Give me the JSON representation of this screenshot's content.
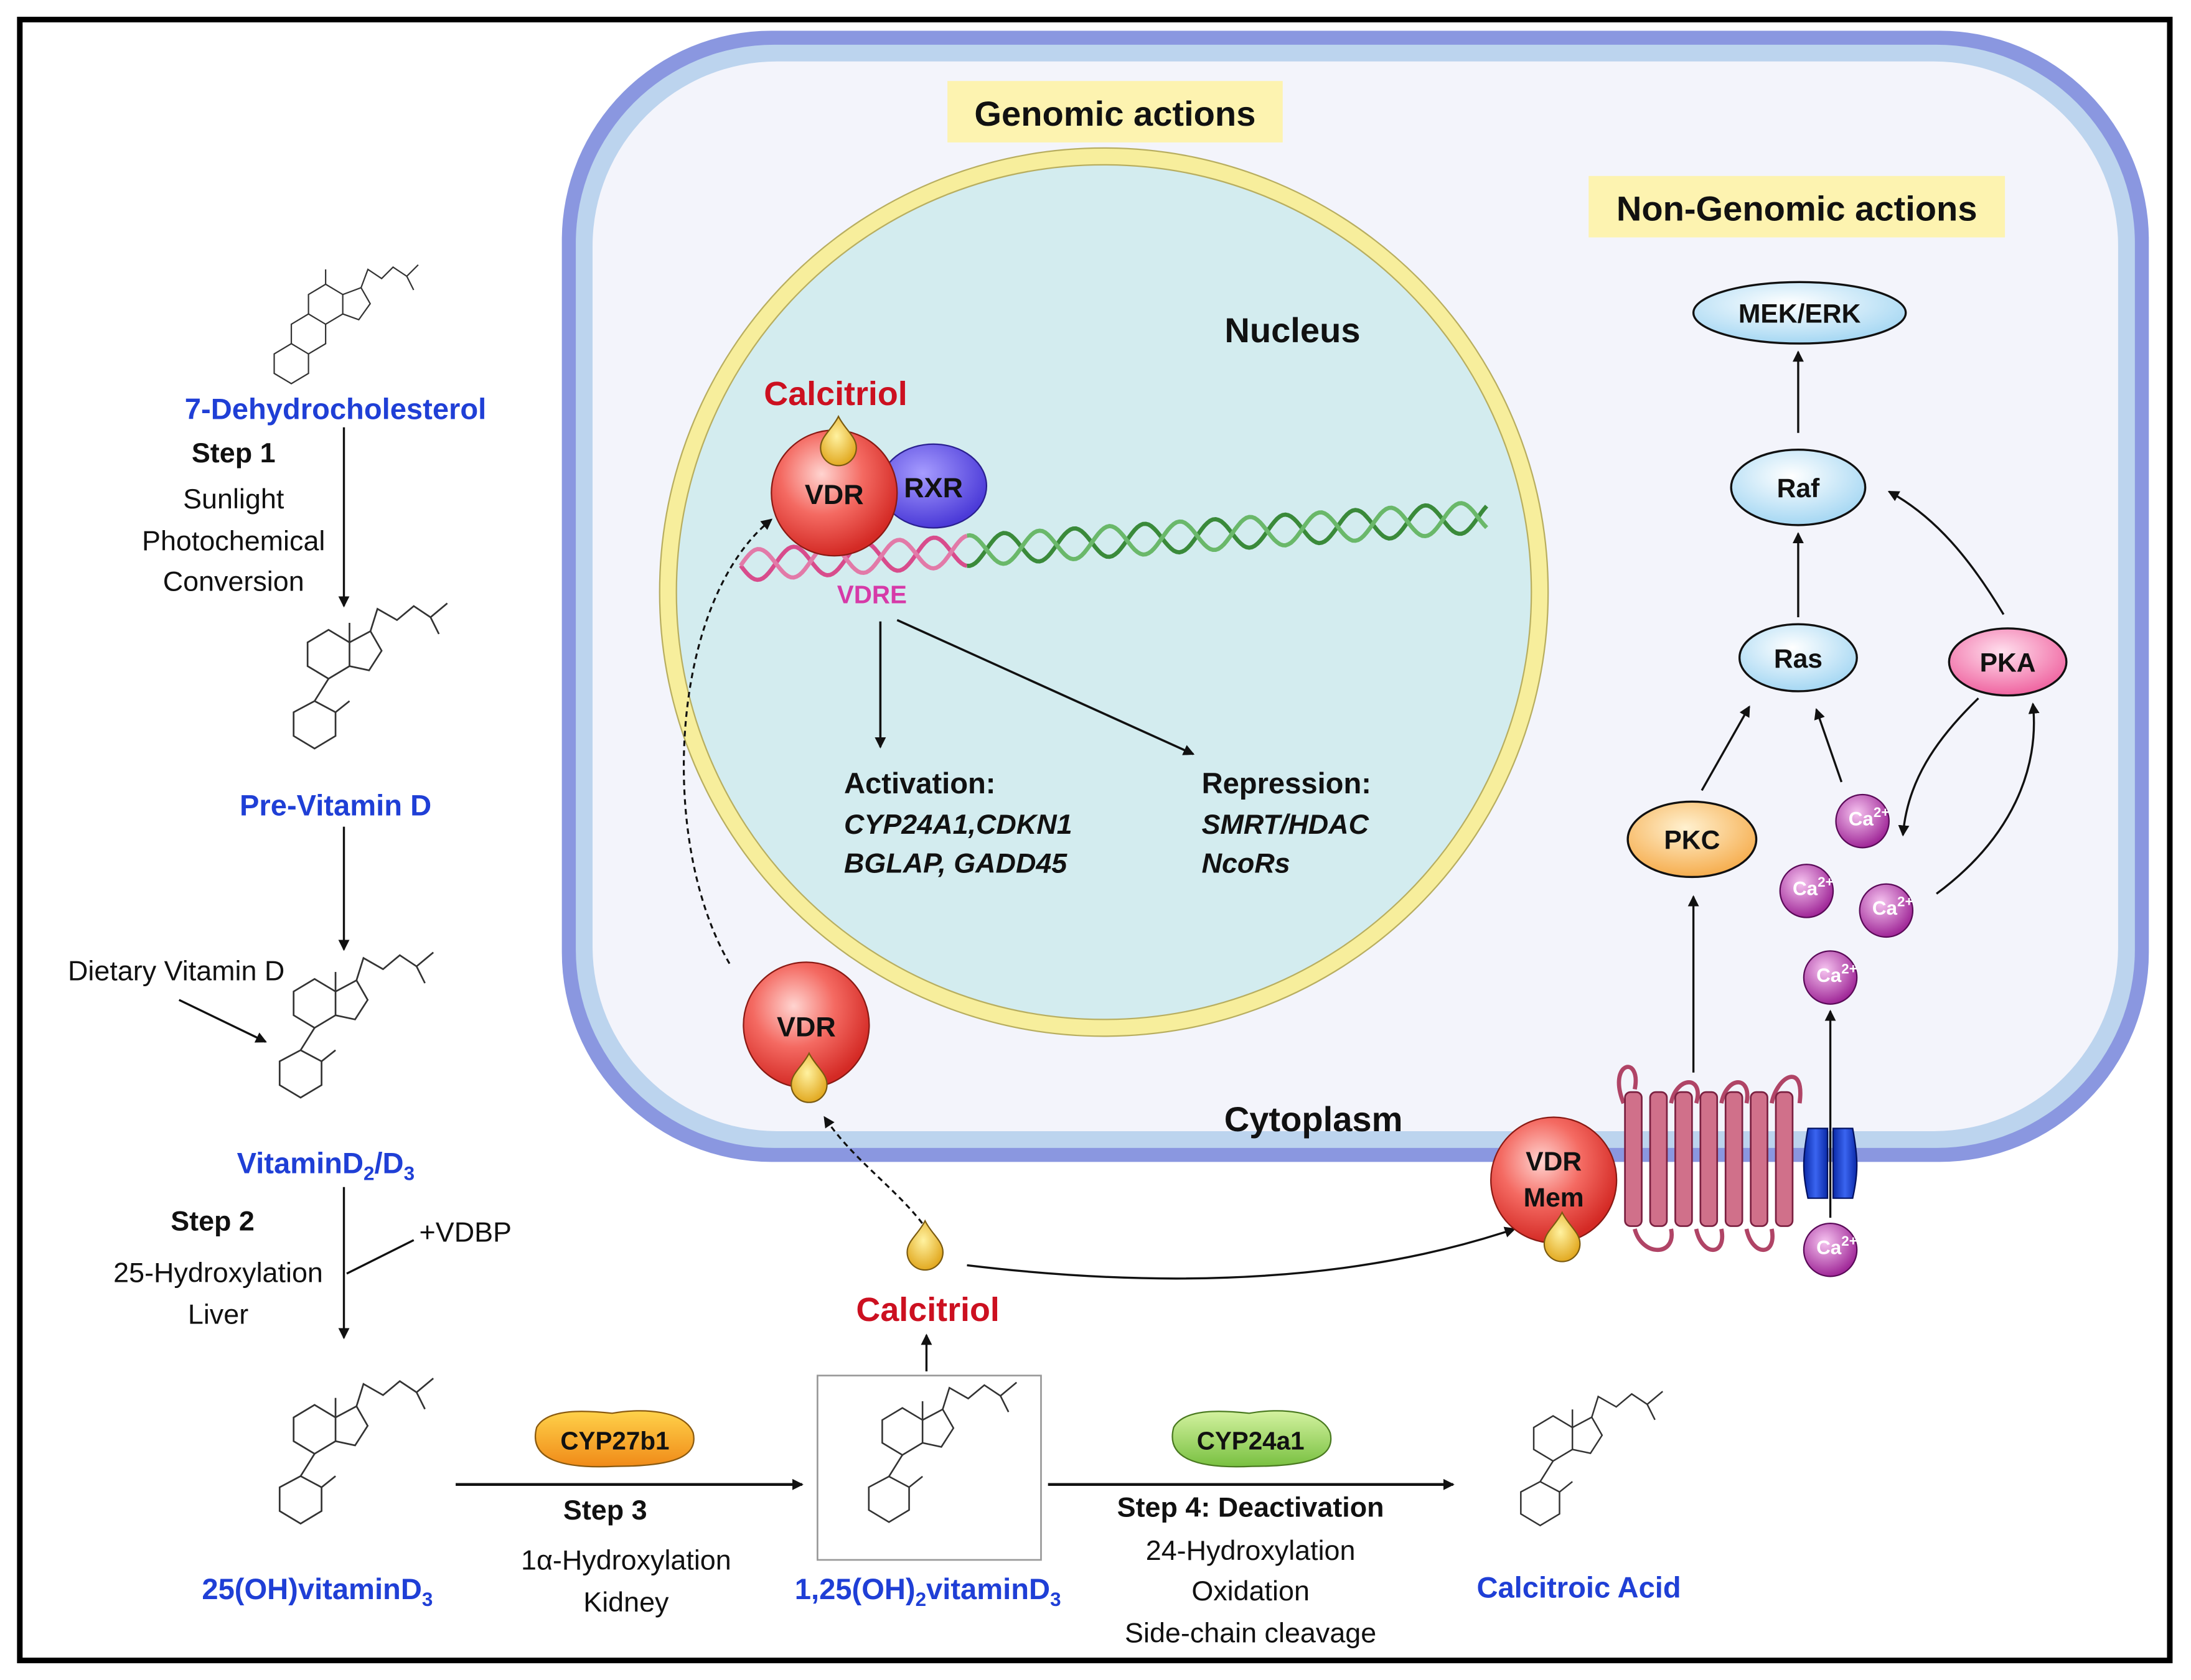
{
  "headers": {
    "genomic": "Genomic actions",
    "non_genomic": "Non-Genomic actions",
    "nucleus": "Nucleus",
    "cytoplasm": "Cytoplasm"
  },
  "synthesis": {
    "dehydrocholesterol": "7-Dehydrocholesterol",
    "step1": {
      "title": "Step 1",
      "lines": [
        "Sunlight",
        "Photochemical",
        "Conversion"
      ]
    },
    "previtamin": "Pre-Vitamin D",
    "dietary": "Dietary Vitamin D",
    "vitamin_d2d3": {
      "a": "VitaminD",
      "b": "2",
      "c": "/D",
      "d": "3"
    },
    "step2": {
      "title": "Step 2",
      "lines": [
        "25-Hydroxylation",
        "Liver"
      ],
      "vdbp": "+VDBP"
    },
    "oh_vitd3": {
      "a": "25(OH)vitaminD",
      "b": "3"
    },
    "step3": {
      "enzyme": "CYP27b1",
      "title": "Step 3",
      "lines": [
        "1α-Hydroxylation",
        "Kidney"
      ]
    },
    "dihydroxy": {
      "a": "1,25(OH)",
      "b": "2",
      "c": "vitaminD",
      "d": "3"
    },
    "step4": {
      "enzyme": "CYP24a1",
      "title": "Step 4: Deactivation",
      "lines": [
        "24-Hydroxylation",
        "Oxidation",
        "Side-chain cleavage"
      ]
    },
    "calcitroic": "Calcitroic Acid"
  },
  "genomic": {
    "calcitriol": "Calcitriol",
    "vdr": "VDR",
    "rxr": "RXR",
    "vdre": "VDRE",
    "activation": {
      "title": "Activation:",
      "lines": [
        "CYP24A1,CDKN1",
        "BGLAP, GADD45"
      ]
    },
    "repression": {
      "title": "Repression:",
      "lines": [
        "SMRT/HDAC",
        "NcoRs"
      ]
    },
    "cyto_vdr": "VDR",
    "calcitriol_cyto": "Calcitriol"
  },
  "non_genomic": {
    "vdr_mem": [
      "VDR",
      "Mem"
    ],
    "mek_erk": "MEK/ERK",
    "raf": "Raf",
    "ras": "Ras",
    "pka": "PKA",
    "pkc": "PKC",
    "calcium": {
      "a": "Ca",
      "b": "2+"
    }
  },
  "colors": {
    "title_blue": "#1f3fd6",
    "calcitriol_red": "#cc1020",
    "vdre_pink": "#d63aa8",
    "label_yellow": "#fdf3b0",
    "membrane": "#8a97e0",
    "nucleus_fill": "#d3ecef"
  }
}
